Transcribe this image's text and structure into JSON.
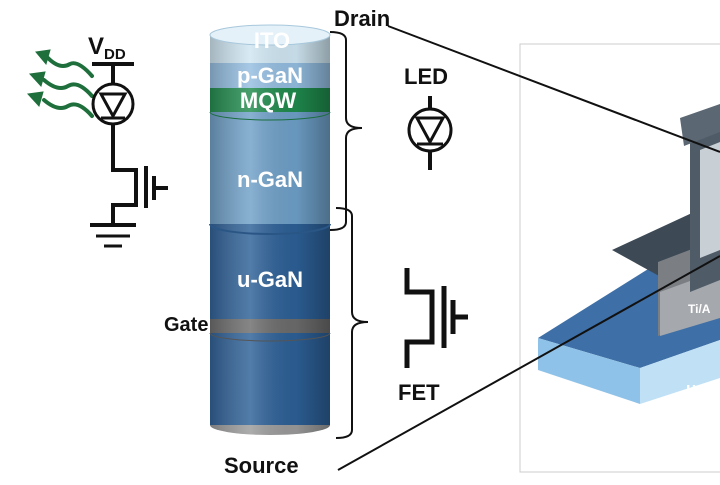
{
  "circuit": {
    "vdd_label": "V",
    "vdd_subscript": "DD"
  },
  "pillar": {
    "layers": {
      "ito": "ITO",
      "p_gan": "p-GaN",
      "mqw": "MQW",
      "n_gan": "n-GaN",
      "u_gan": "u-GaN"
    },
    "gate_label": "Gate",
    "drain_label": "Drain",
    "source_label": "Source"
  },
  "symbols": {
    "led_label": "LED",
    "fet_label": "FET"
  },
  "inset": {
    "metal_label": "Ti/A",
    "substrate_label": "u-G"
  },
  "colors": {
    "ito": "#cfe6f2",
    "p_gan": "#93bde0",
    "mqw": "#1f8a4c",
    "n_gan": "#6e9fc7",
    "u_gan": "#2c5f96",
    "gate": "#6b6b6b",
    "emission_arrows": "#1f6f3c",
    "inset_substrate": "#3e6fa6"
  }
}
